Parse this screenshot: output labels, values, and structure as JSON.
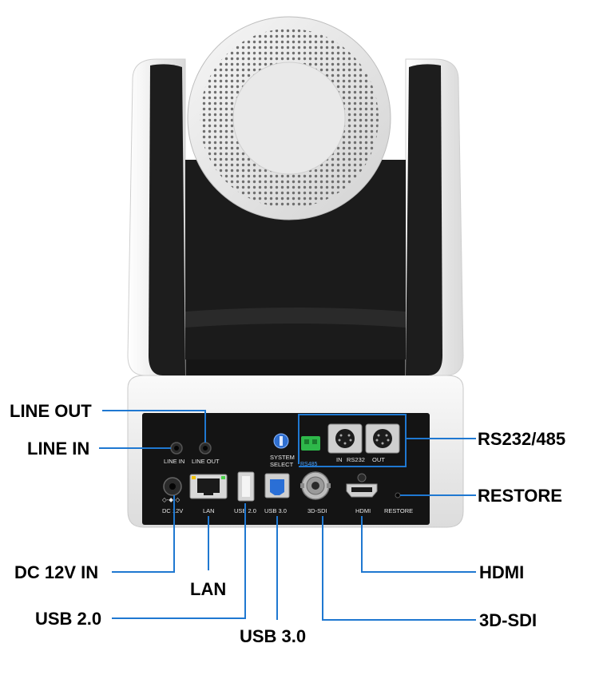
{
  "colors": {
    "leader": "#1f78d1",
    "panel": "#141414",
    "body_white": "#f2f2f2",
    "body_black": "#1b1b1b",
    "usb3_blue": "#2a6fd6",
    "terminal_green": "#2eb84a"
  },
  "callouts": {
    "line_out": "LINE OUT",
    "line_in": "LINE IN",
    "dc_12v_in": "DC 12V IN",
    "lan": "LAN",
    "usb_2": "USB 2.0",
    "usb_3": "USB 3.0",
    "rs232_485": "RS232/485",
    "restore": "RESTORE",
    "hdmi": "HDMI",
    "sdi_3d": "3D-SDI"
  },
  "panel_labels": {
    "line_in": "LINE  IN",
    "line_out": "LINE  OUT",
    "system": "SYSTEM",
    "select": "SELECT",
    "rs485": "RS485",
    "in": "IN",
    "rs232": "RS232",
    "out": "OUT",
    "dc_12v": "DC  12V",
    "lan": "LAN",
    "usb_2": "USB 2.0",
    "usb_3": "USB 3.0",
    "sdi_3d": "3D-SDI",
    "hdmi": "HDMI",
    "restore": "RESTORE"
  }
}
